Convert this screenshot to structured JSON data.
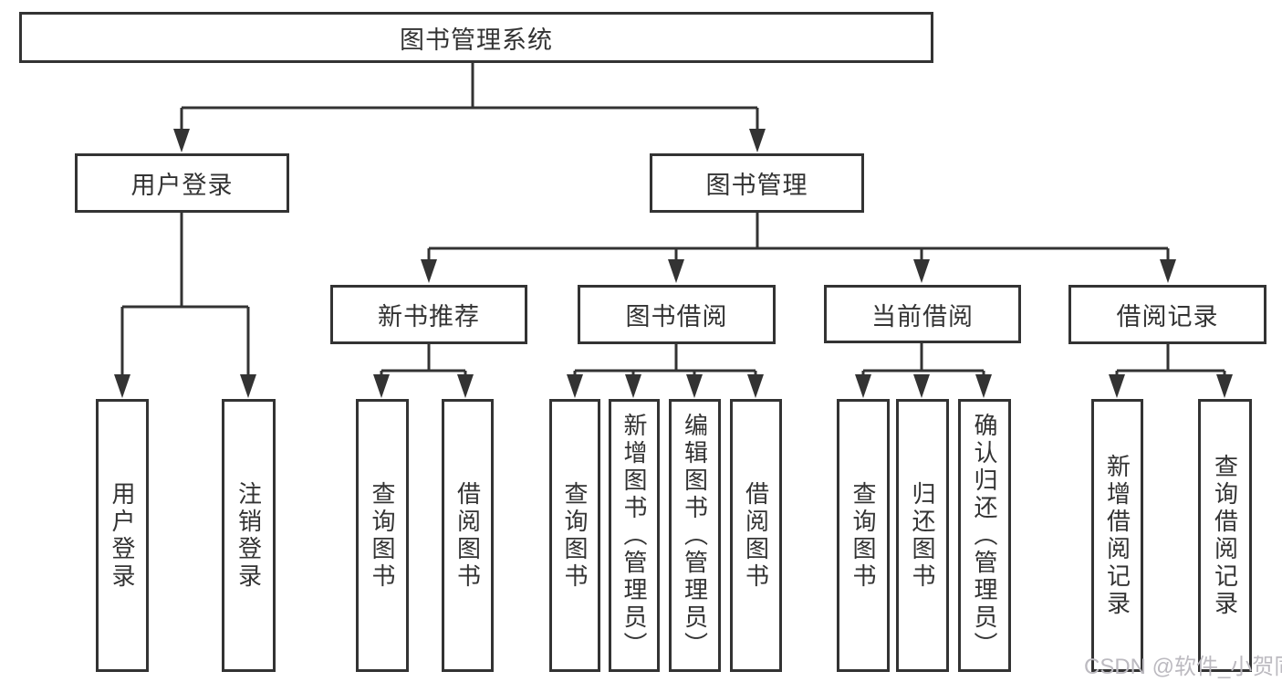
{
  "colors": {
    "line": "#333333",
    "box_background": "#ffffff",
    "text": "#333333",
    "watermark": "#bcbac0"
  },
  "tree": {
    "label": "图书管理系统",
    "children": [
      {
        "label": "用户登录",
        "children": [
          {
            "label": "用户登录"
          },
          {
            "label": "注销登录"
          }
        ]
      },
      {
        "label": "图书管理",
        "children": [
          {
            "label": "新书推荐",
            "children": [
              {
                "label": "查询图书"
              },
              {
                "label": "借阅图书"
              }
            ]
          },
          {
            "label": "图书借阅",
            "children": [
              {
                "label": "查询图书"
              },
              {
                "label": "新增图书（管理员）"
              },
              {
                "label": "编辑图书（管理员）"
              },
              {
                "label": "借阅图书"
              }
            ]
          },
          {
            "label": "当前借阅",
            "children": [
              {
                "label": "查询图书"
              },
              {
                "label": "归还图书"
              },
              {
                "label": "确认归还（管理员）"
              }
            ]
          },
          {
            "label": "借阅记录",
            "children": [
              {
                "label": "新增借阅记录"
              },
              {
                "label": "查询借阅记录"
              }
            ]
          }
        ]
      }
    ]
  },
  "watermark": {
    "text": "CSDN @软件_小贺同学"
  }
}
